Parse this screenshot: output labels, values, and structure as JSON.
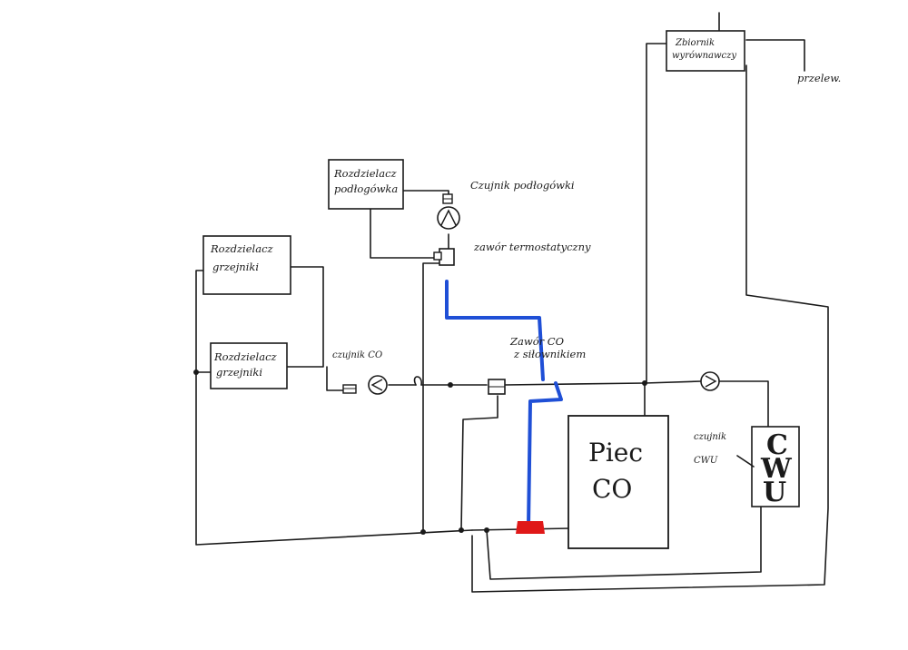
{
  "labels": {
    "zbiornik_line1": "Zbiornik",
    "zbiornik_line2": "wyrównawczy",
    "przelew": "przelew.",
    "rozdzielacz_podlogowka_line1": "Rozdzielacz",
    "rozdzielacz_podlogowka_line2": "podłogówka",
    "czujnik_podlogowki": "Czujnik podłogówki",
    "zawor_termostatyczny": "zawór termostatyczny",
    "rozdzielacz_grzejniki_top_line1": "Rozdzielacz",
    "rozdzielacz_grzejniki_top_line2": "grzejniki",
    "rozdzielacz_grzejniki_bottom_line1": "Rozdzielacz",
    "rozdzielacz_grzejniki_bottom_line2": "grzejniki",
    "czujnik_co": "czujnik CO",
    "zawor_co_line1": "Zawór CO",
    "zawor_co_line2": "z siłownikiem",
    "piec_line1": "Piec",
    "piec_line2": "CO",
    "czujnik_cwu_line1": "czujnik",
    "czujnik_cwu_line2": "CWU",
    "cwu_c": "C",
    "cwu_w": "W",
    "cwu_u": "U"
  },
  "colors": {
    "pipe": "#1a1a1a",
    "highlight_pipe": "#1f4fd6",
    "marker": "#e01818"
  },
  "icons": [
    "pump-icon",
    "thermostatic-valve-icon",
    "sensor-icon",
    "actuator-valve-icon",
    "junction-dot-icon"
  ]
}
